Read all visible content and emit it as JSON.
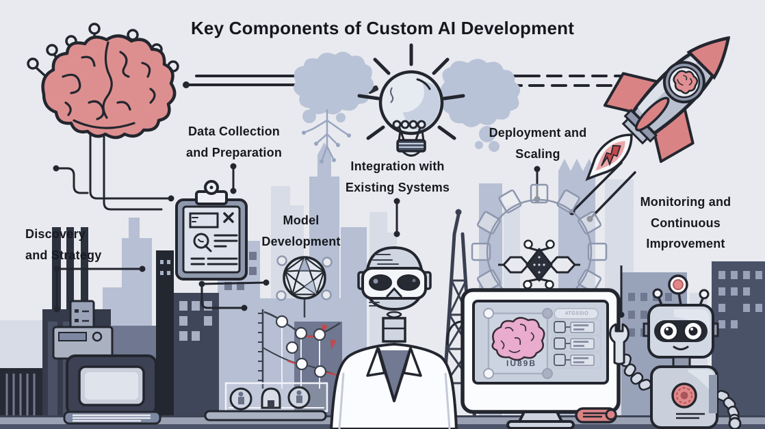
{
  "title": "Key Components of Custom AI Development",
  "components": [
    {
      "id": "discovery-and-strategy",
      "label": "Discovery\nand Strategy",
      "icon": "retro-computer-icon"
    },
    {
      "id": "data-collection-and-preparation",
      "label": "Data Collection\nand Preparation",
      "icon": "clipboard-checklist-icon"
    },
    {
      "id": "model-development",
      "label": "Model\nDevelopment",
      "icon": "network-sphere-icon"
    },
    {
      "id": "integration-with-existing-systems",
      "label": "Integration with\nExisting Systems",
      "icon": "scientist-figure"
    },
    {
      "id": "deployment-and-scaling",
      "label": "Deployment and\nScaling",
      "icon": "gear-network-icon"
    },
    {
      "id": "monitoring-and-continuous-improvement",
      "label": "Monitoring and\nContinuous\nImprovement",
      "icon": "robot-figure"
    }
  ],
  "decorative_icons": [
    "brain-circuit-icon",
    "lightbulb-icon",
    "rocket-icon",
    "trend-chart-icon",
    "monitor-brain-scan",
    "city-skyline-background"
  ],
  "monitor_screen": {
    "header_text": "ATGSSIO",
    "caption_text": "IU89B"
  },
  "colors": {
    "background": "#e9eaef",
    "ink": "#23262e",
    "brain_pink": "#dd8f90",
    "accent_red": "#d98385",
    "red_deep": "#c2494d",
    "skyline_light": "#d7dce7",
    "skyline_mid": "#b6bfd3",
    "skyline_dark": "#3f4659",
    "screen_grey": "#c9d0dd",
    "screen_brain_pink": "#e9abce"
  }
}
